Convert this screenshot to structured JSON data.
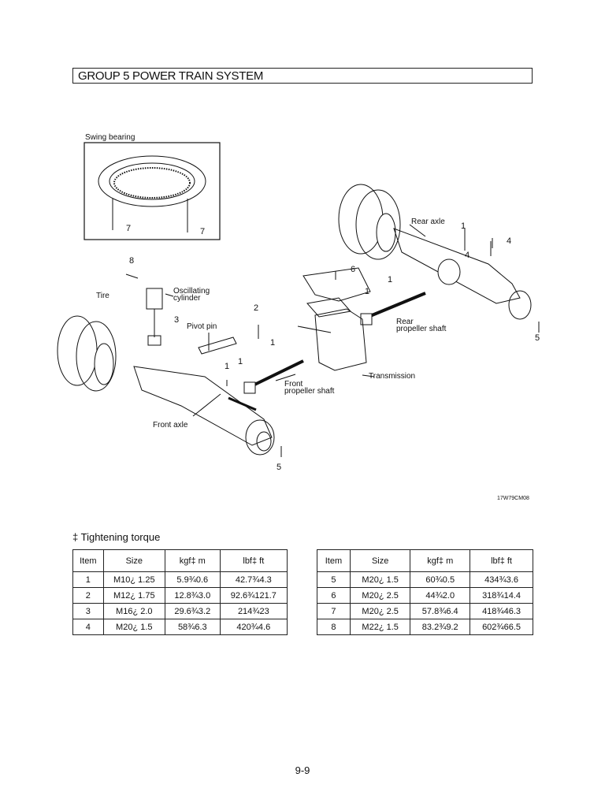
{
  "header": {
    "title": "GROUP  5  POWER TRAIN SYSTEM"
  },
  "diagram": {
    "labels": {
      "swing_bearing": "Swing bearing",
      "rear_axle": "Rear axle",
      "oscillating_cylinder_1": "Oscillating",
      "oscillating_cylinder_2": "cylinder",
      "tire": "Tire",
      "pivot_pin": "Pivot pin",
      "rear_propeller_1": "Rear",
      "rear_propeller_2": "propeller shaft",
      "transmission": "Transmission",
      "front_propeller_1": "Front",
      "front_propeller_2": "propeller shaft",
      "front_axle": "Front axle"
    },
    "callouts": {
      "c7a": "7",
      "c7b": "7",
      "c8": "8",
      "c6": "6",
      "c4a": "4",
      "c4b": "4",
      "c1a": "1",
      "c1b": "1",
      "c1c": "1",
      "c1d": "1",
      "c1e": "1",
      "c1f": "1",
      "c2": "2",
      "c3": "3",
      "c5a": "5",
      "c5b": "5"
    },
    "code": "17W79CM08"
  },
  "torque": {
    "title": "Tightening torque",
    "note_mark": "‡",
    "headers": [
      "Item",
      "Size",
      "kgf‡ m",
      "lbf‡ ft"
    ],
    "left_rows": [
      [
        "1",
        "M10¿ 1.25",
        "5.9¾0.6",
        "42.7¾4.3"
      ],
      [
        "2",
        "M12¿ 1.75",
        "12.8¾3.0",
        "92.6¾121.7"
      ],
      [
        "3",
        "M16¿ 2.0",
        "29.6¾3.2",
        "214¾23"
      ],
      [
        "4",
        "M20¿ 1.5",
        "58¾6.3",
        "420¾4.6"
      ]
    ],
    "right_rows": [
      [
        "5",
        "M20¿ 1.5",
        "60¾0.5",
        "434¾3.6"
      ],
      [
        "6",
        "M20¿ 2.5",
        "44¾2.0",
        "318¾14.4"
      ],
      [
        "7",
        "M20¿ 2.5",
        "57.8¾6.4",
        "418¾46.3"
      ],
      [
        "8",
        "M22¿ 1.5",
        "83.2¾9.2",
        "602¾66.5"
      ]
    ]
  },
  "page_number": "9-9"
}
